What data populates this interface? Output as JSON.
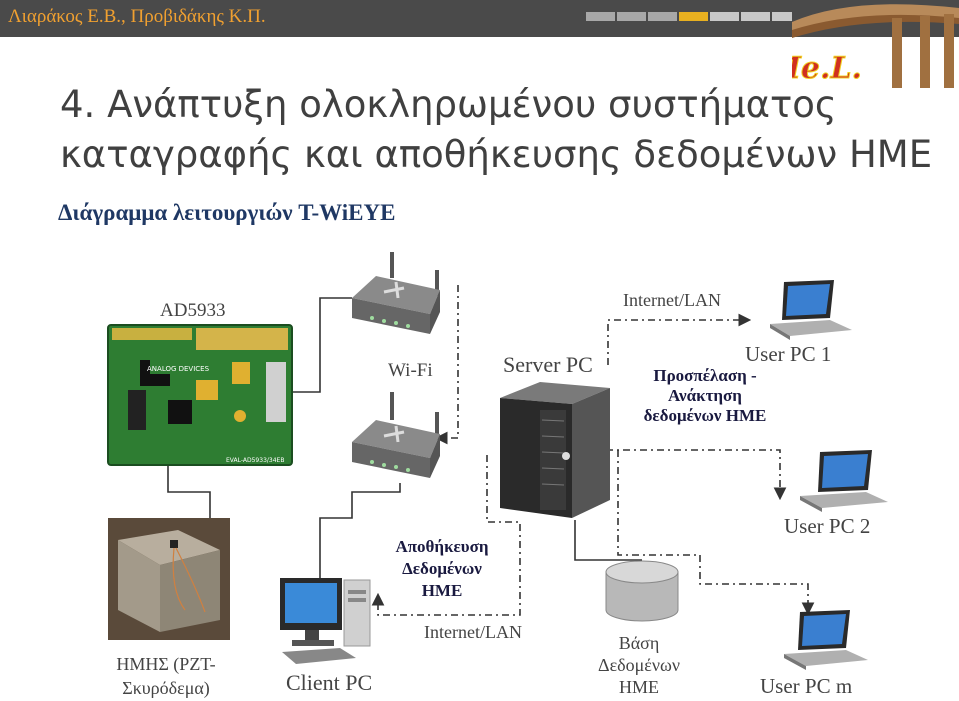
{
  "header": {
    "authors": "Λιαράκος Ε.Β., Προβιδάκης Κ.Π.",
    "progress_segments": 7,
    "active_segment": 4,
    "logo_text": "A.Me.L.",
    "accent_color": "#e8b020",
    "bar_color": "#4a4a4a"
  },
  "slide": {
    "title_line1": "4. Ανάπτυξη ολοκληρωμένου συστήματος",
    "title_line2": "καταγραφής και αποθήκευσης δεδομένων ΗΜΕ",
    "subtitle": "Διάγραμμα λειτουργιών T-WiEYE"
  },
  "diagram": {
    "board_label": "AD5933",
    "board_print": "EVAL-AD5933/34EB",
    "board_brand": "ANALOG DEVICES",
    "wifi_label": "Wi-Fi",
    "server_label": "Server PC",
    "internet_top": "Internet/LAN",
    "internet_bottom": "Internet/LAN",
    "user1": "User PC 1",
    "user2": "User PC 2",
    "userm": "User PC m",
    "access_line1": "Προσπέλαση -",
    "access_line2": "Ανάκτηση",
    "access_line3": "δεδομένων ΗΜΕ",
    "store_line1": "Αποθήκευση",
    "store_line2": "Δεδομένων",
    "store_line3": "ΗΜΕ",
    "db_line1": "Βάση",
    "db_line2": "Δεδομένων",
    "db_line3": "ΗΜΕ",
    "sensor_line1": "ΗΜΗΣ (PZT-",
    "sensor_line2": "Σκυρόδεμα)",
    "client_label": "Client PC"
  }
}
